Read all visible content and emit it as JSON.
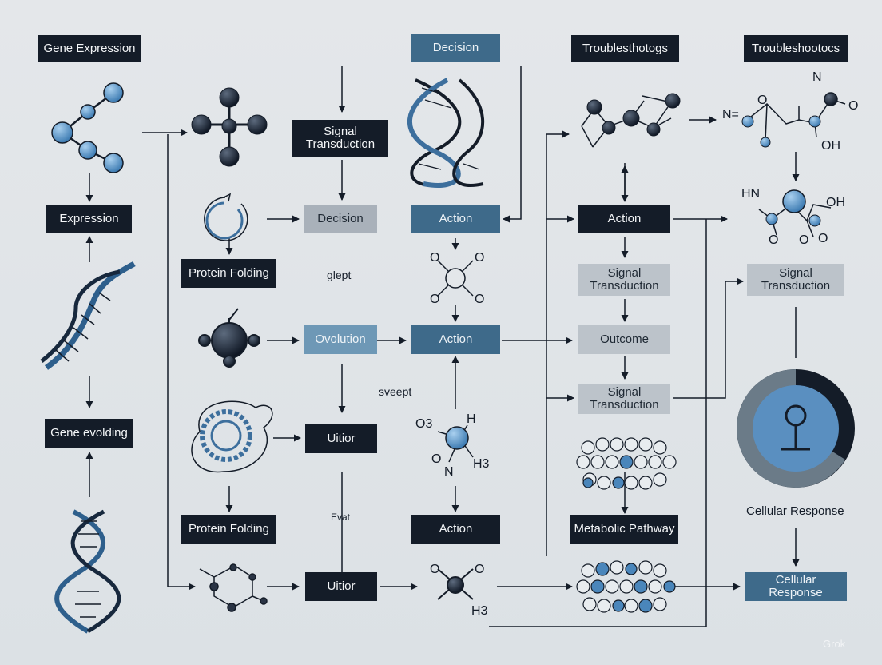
{
  "nodes": {
    "gene_expression": "Gene Expression",
    "decision_top": "Decision",
    "troubleshooting_1": "Troublesthotogs",
    "troubleshooting_2": "Troubleshootocs",
    "signal_transduction_1": "Signal Transduction",
    "expression": "Expression",
    "decision_mid": "Decision",
    "action_1": "Action",
    "action_2": "Action",
    "protein_folding_1": "Protein Folding",
    "signal_transduction_2": "Signal Transduction",
    "signal_transduction_3": "Signal Transduction",
    "evolution": "Ovolution",
    "action_3": "Action",
    "outcome": "Outcome",
    "signal_transduction_4": "Signal Transduction",
    "gene_evolding": "Gene evolding",
    "uitior_1": "Uitior",
    "protein_folding_2": "Protein Folding",
    "action_4": "Action",
    "metabolic_pathway": "Metabolic Pathway",
    "uitior_2": "Uitior",
    "cellular_response_box": "Cellular Response"
  },
  "labels": {
    "glept": "glept",
    "sveept": "sveept",
    "evat": "Evat",
    "cellular_response": "Cellular Response"
  },
  "atoms": {
    "n1": "N",
    "o1": "O",
    "n2": "N=",
    "o2": "O",
    "oh1": "OH",
    "hn": "HN",
    "oh2": "OH",
    "o3": "O",
    "o4": "O",
    "o5": "O",
    "o6": "O",
    "o7": "O",
    "o8": "O",
    "o9": "O",
    "o10": "O3",
    "h1": "H",
    "o11": "O",
    "n3": "N",
    "h3a": "H3",
    "o12": "O",
    "o13": "O",
    "h3b": "H3"
  },
  "watermark": "Grok",
  "colors": {
    "background": "#dfe3e7",
    "dark_box": "#141c28",
    "blue_box": "#3e6a8a",
    "light_blue_box": "#6e98b6",
    "grey_box": "#a9b1ba",
    "accent_blue": "#4a86bb"
  }
}
